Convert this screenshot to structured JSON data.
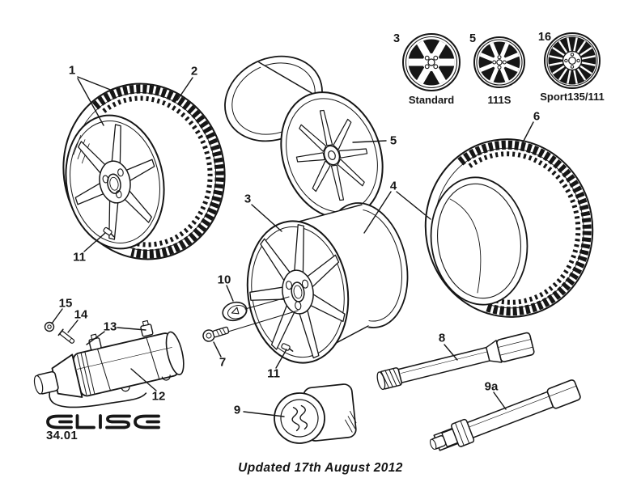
{
  "page": {
    "background": "#ffffff",
    "line_color": "#161616",
    "logo_text": "ELISE",
    "page_number": "34.01",
    "footer_note": "Updated 17th August 2012"
  },
  "legend": {
    "items": [
      {
        "number": "3",
        "label": "Standard",
        "icon": "wheel-6-spoke-icon"
      },
      {
        "number": "5",
        "label": "111S",
        "icon": "wheel-8-spoke-icon"
      },
      {
        "number": "16",
        "label": "Sport135/111",
        "icon": "wheel-multi-spoke-icon"
      }
    ]
  },
  "callouts": {
    "c1": "1",
    "c2": "2",
    "c3": "3",
    "c4": "4",
    "c5": "5",
    "c6": "6",
    "c7": "7",
    "c8": "8",
    "c9": "9",
    "c9a": "9a",
    "c10": "10",
    "c11_front": "11",
    "c11_rear": "11",
    "c12": "12",
    "c13": "13",
    "c14": "14",
    "c15": "15"
  }
}
